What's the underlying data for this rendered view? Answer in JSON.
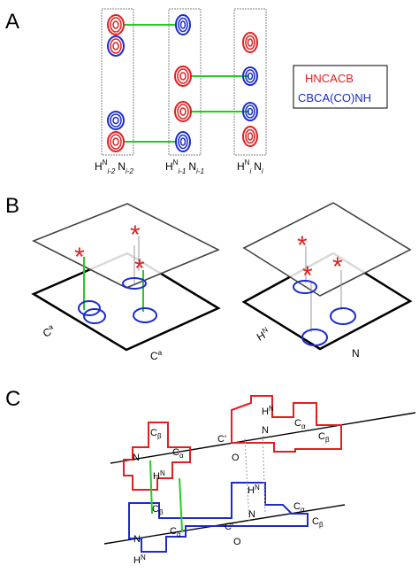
{
  "panels": {
    "a": {
      "letter": "A",
      "strips": [
        {
          "label_main": "H",
          "label_sup": "N",
          "label_sub": "i-2",
          "label_n": "N",
          "label_n_sub": "i-2"
        },
        {
          "label_main": "H",
          "label_sup": "N",
          "label_sub": "i-1",
          "label_n": "N",
          "label_n_sub": "i-1"
        },
        {
          "label_main": "H",
          "label_sup": "N",
          "label_sub": "i",
          "label_n": "N",
          "label_n_sub": "i"
        }
      ],
      "legend": {
        "items": [
          {
            "text": "HNCACB",
            "color": "#e02020"
          },
          {
            "text": "CBCA(CO)NH",
            "color": "#1a2ccc"
          }
        ]
      }
    },
    "b": {
      "letter": "B",
      "left_axes": {
        "axis1": "C",
        "axis1_sup": "a",
        "axis2": "C",
        "axis2_sup": "a"
      },
      "right_axes": {
        "axis1": "H",
        "axis1_sup": "N",
        "axis2": "N"
      }
    },
    "c": {
      "letter": "C",
      "chem_labels": {
        "n": "N",
        "h": "H",
        "c": "C",
        "o": "O",
        "c_prime": "C'",
        "sup_n": "N",
        "sub_alpha": "α",
        "sub_beta": "β"
      }
    }
  },
  "colors": {
    "red": "#e02020",
    "blue": "#1a2ccc",
    "green": "#22cc22",
    "gray": "#8a8a8a"
  }
}
